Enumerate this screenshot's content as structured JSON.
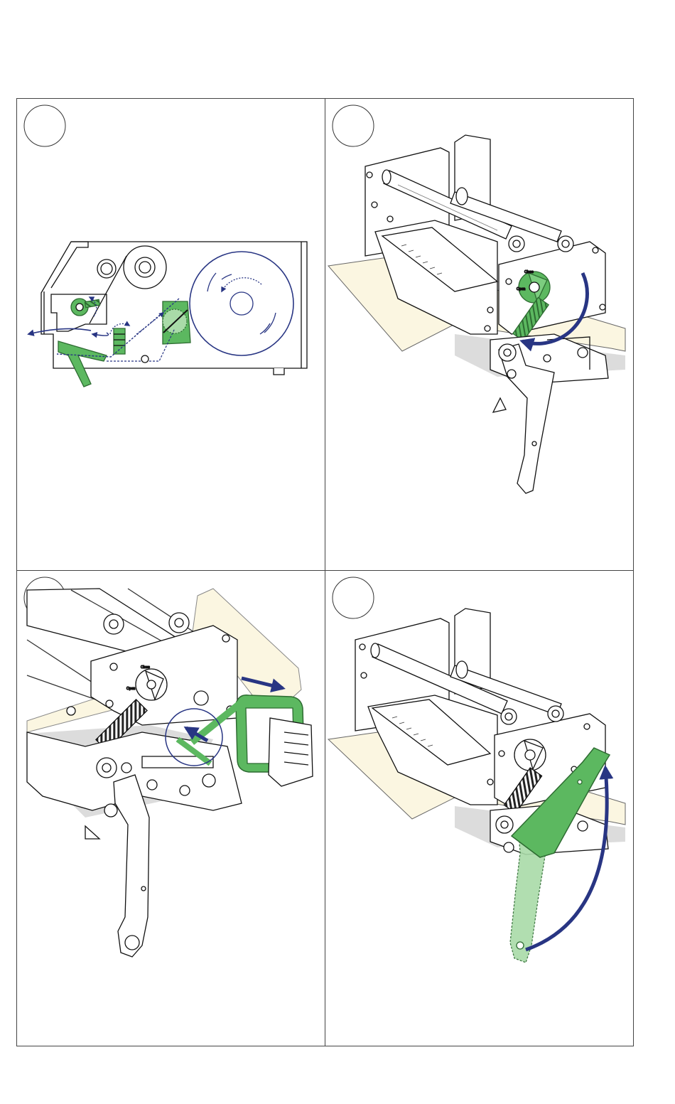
{
  "figure": {
    "panel_count": 4,
    "panels": [
      {
        "step_marker": "",
        "view": "side-view-media-path"
      },
      {
        "step_marker": "",
        "view": "turn-knob-counterclockwise"
      },
      {
        "step_marker": "",
        "view": "slide-guide-against-media"
      },
      {
        "step_marker": "",
        "view": "swing-lever-up"
      }
    ],
    "knob_labels": {
      "open": "Open",
      "close": "Close"
    }
  },
  "colors": {
    "frame": "#444444",
    "line": "#111111",
    "highlight_green": "#5cb860",
    "highlight_green_light": "#a9dba8",
    "arrow_blue": "#283583",
    "media": "#fbf6e1",
    "shadow": "#dcdcdc"
  }
}
